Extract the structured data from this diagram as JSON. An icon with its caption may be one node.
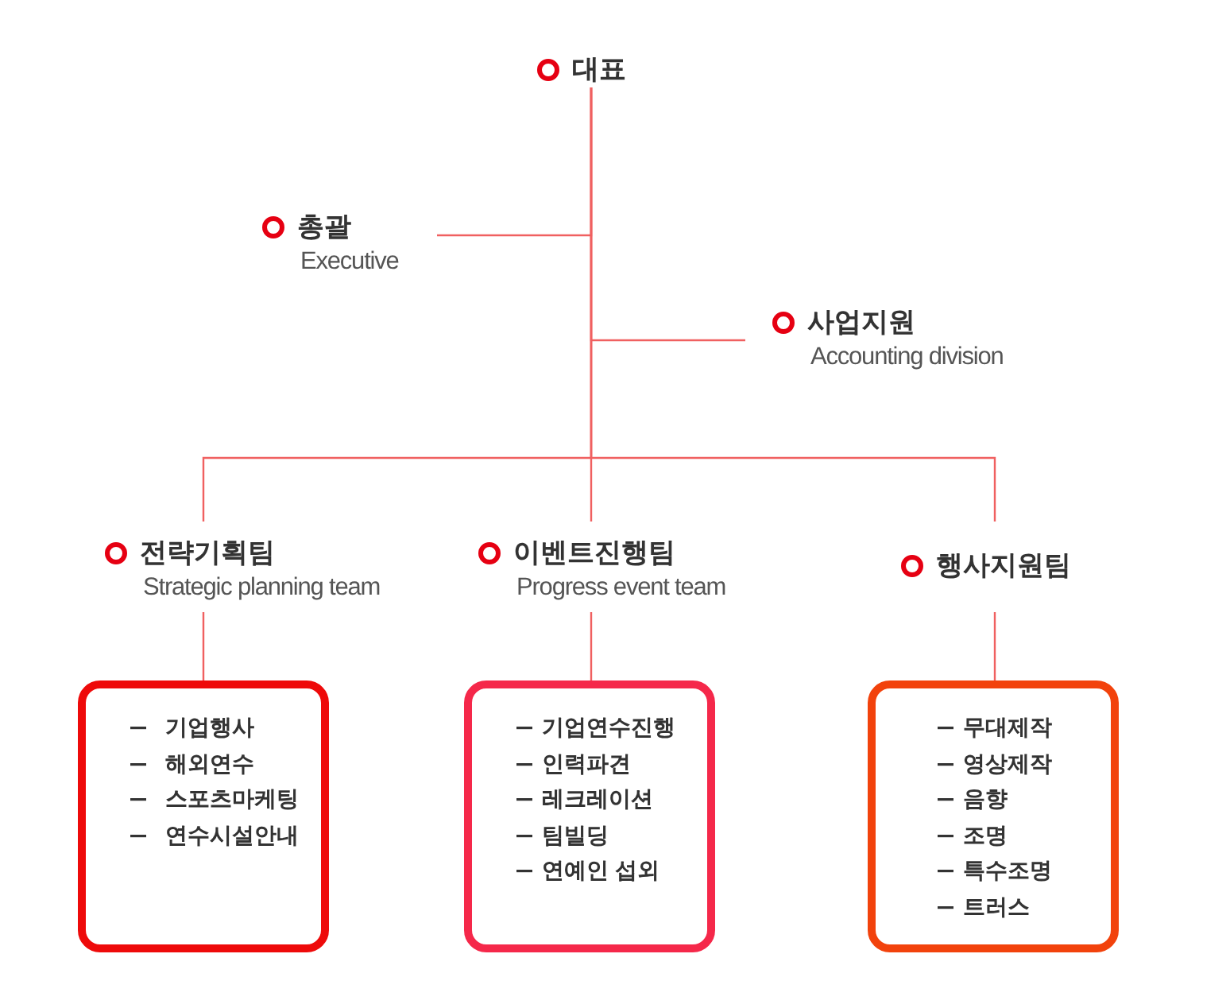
{
  "diagram": {
    "nodes": [
      {
        "text": [
          "대표"
        ]
      },
      {
        "text": [
          "총괄",
          "Executive"
        ]
      },
      {
        "text": [
          "사업지원",
          "Accounting division"
        ]
      },
      {
        "text": [
          "전략기획팀",
          "Strategic planning team"
        ]
      },
      {
        "text": [
          "이벤트진행팀",
          "Progress event team"
        ]
      },
      {
        "text": [
          "행사지원팀"
        ]
      },
      {
        "text": [
          "기업행사",
          "해외연수",
          "스포츠마케팅",
          "연수시설안내"
        ]
      },
      {
        "text": [
          "기업연수진행",
          "인력파견",
          "레크레이션",
          "팀빌딩",
          "연예인 섭외"
        ]
      },
      {
        "text": [
          "무대제작",
          "영상제작",
          "음향",
          "조명",
          "특수조명",
          "트러스"
        ]
      }
    ],
    "edges": [
      {
        "from": 0,
        "to": 1,
        "arrow": "none"
      },
      {
        "from": 0,
        "to": 2,
        "arrow": "none"
      },
      {
        "from": 0,
        "to": 3,
        "arrow": "none"
      },
      {
        "from": 0,
        "to": 4,
        "arrow": "none"
      },
      {
        "from": 0,
        "to": 5,
        "arrow": "none"
      },
      {
        "from": 3,
        "to": 6,
        "arrow": "none"
      },
      {
        "from": 4,
        "to": 7,
        "arrow": "none"
      },
      {
        "from": 5,
        "to": 8,
        "arrow": "none"
      }
    ]
  }
}
